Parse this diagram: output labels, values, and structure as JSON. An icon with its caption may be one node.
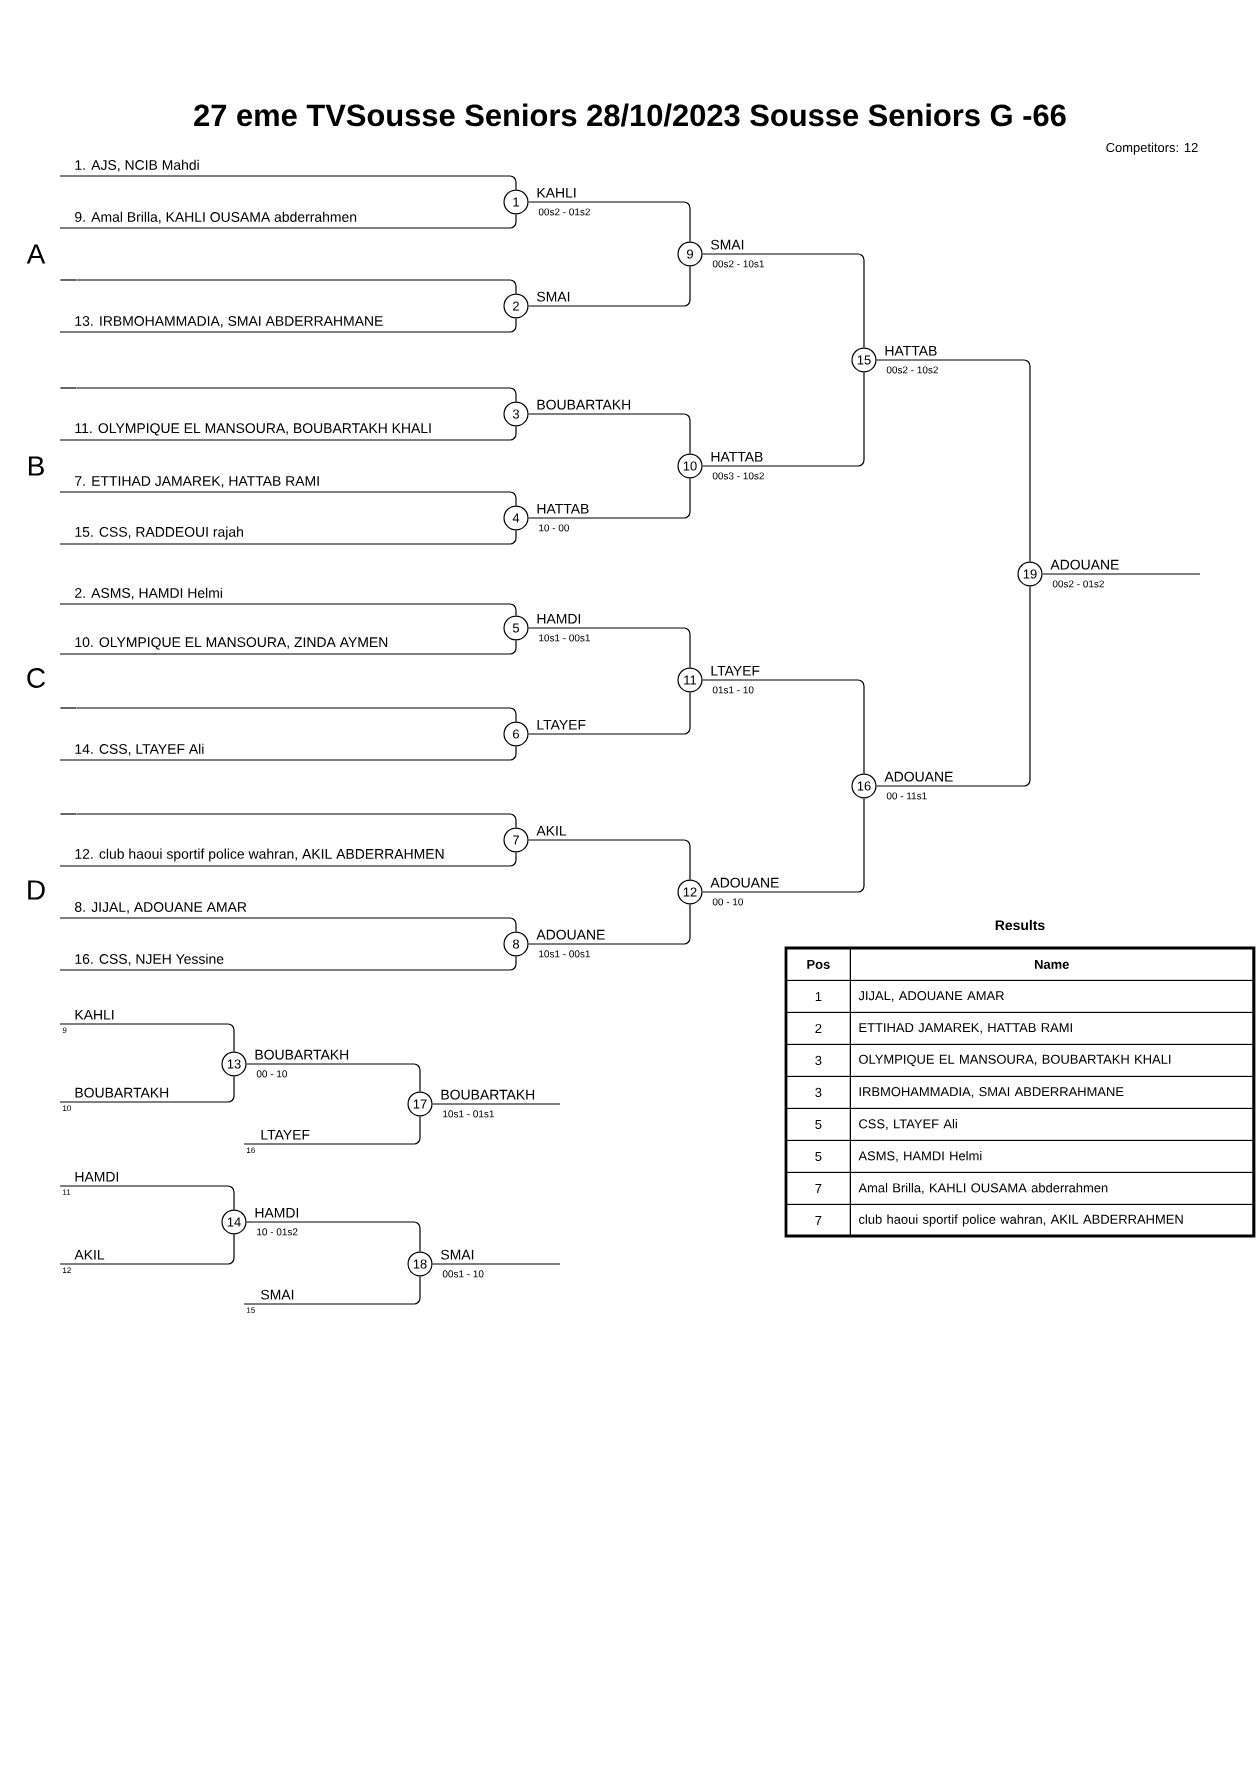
{
  "diagram": {
    "title": "27 eme TVSousse Seniors 28/10/2023 Sousse Seniors G -66",
    "nodes": [
      {
        "text": [
          "1. AJS, NCIB Mahdi"
        ]
      },
      {
        "text": [
          "9. Amal Brilla, KAHLI OUSAMA abderrahmen"
        ]
      },
      {
        "text": [
          "13. IRBMOHAMMADIA, SMAI ABDERRAHMANE"
        ]
      },
      {
        "text": [
          "11. OLYMPIQUE EL MANSOURA, BOUBARTAKH KHALI"
        ]
      },
      {
        "text": [
          "7. ETTIHAD JAMAREK, HATTAB RAMI"
        ]
      },
      {
        "text": [
          "15. CSS, RADDEOUI rajah"
        ]
      },
      {
        "text": [
          "2. ASMS, HAMDI Helmi"
        ]
      },
      {
        "text": [
          "10. OLYMPIQUE EL MANSOURA, ZINDA AYMEN"
        ]
      },
      {
        "text": [
          "14. CSS, LTAYEF Ali"
        ]
      },
      {
        "text": [
          "12. club haoui sportif police wahran, AKIL ABDERRAHMEN"
        ]
      },
      {
        "text": [
          "8. JIJAL, ADOUANE AMAR"
        ]
      },
      {
        "text": [
          "16. CSS, NJEH Yessine"
        ]
      },
      {
        "text": [
          "1"
        ],
        "beside": [
          "KAHLI",
          "00s2 - 01s2"
        ]
      },
      {
        "text": [
          "2"
        ],
        "beside": [
          "SMAI"
        ]
      },
      {
        "text": [
          "3"
        ],
        "beside": [
          "BOUBARTAKH"
        ]
      },
      {
        "text": [
          "4"
        ],
        "beside": [
          "HATTAB",
          "10 - 00"
        ]
      },
      {
        "text": [
          "5"
        ],
        "beside": [
          "HAMDI",
          "10s1 - 00s1"
        ]
      },
      {
        "text": [
          "6"
        ],
        "beside": [
          "LTAYEF"
        ]
      },
      {
        "text": [
          "7"
        ],
        "beside": [
          "AKIL"
        ]
      },
      {
        "text": [
          "8"
        ],
        "beside": [
          "ADOUANE",
          "10s1 - 00s1"
        ]
      },
      {
        "text": [
          "9"
        ],
        "beside": [
          "SMAI",
          "00s2 - 10s1"
        ]
      },
      {
        "text": [
          "10"
        ],
        "beside": [
          "HATTAB",
          "00s3 - 10s2"
        ]
      },
      {
        "text": [
          "11"
        ],
        "beside": [
          "LTAYEF",
          "01s1 - 10"
        ]
      },
      {
        "text": [
          "12"
        ],
        "beside": [
          "ADOUANE",
          "00 - 10"
        ]
      },
      {
        "text": [
          "15"
        ],
        "beside": [
          "HATTAB",
          "00s2 - 10s2"
        ]
      },
      {
        "text": [
          "16"
        ],
        "beside": [
          "ADOUANE",
          "00 - 11s1"
        ]
      },
      {
        "text": [
          "19"
        ],
        "beside": [
          "ADOUANE",
          "00s2 - 01s2"
        ]
      },
      {
        "text": [
          "KAHLI"
        ],
        "beside": [
          "9"
        ]
      },
      {
        "text": [
          "BOUBARTAKH"
        ],
        "beside": [
          "10"
        ]
      },
      {
        "text": [
          "13"
        ],
        "beside": [
          "BOUBARTAKH",
          "00 - 10"
        ]
      },
      {
        "text": [
          "LTAYEF"
        ],
        "beside": [
          "16"
        ]
      },
      {
        "text": [
          "17"
        ],
        "beside": [
          "BOUBARTAKH",
          "10s1 - 01s1"
        ]
      },
      {
        "text": [
          "HAMDI"
        ],
        "beside": [
          "11"
        ]
      },
      {
        "text": [
          "AKIL"
        ],
        "beside": [
          "12"
        ]
      },
      {
        "text": [
          "14"
        ],
        "beside": [
          "HAMDI",
          "10 - 01s2"
        ]
      },
      {
        "text": [
          "SMAI"
        ],
        "beside": [
          "15"
        ]
      },
      {
        "text": [
          "18"
        ],
        "beside": [
          "SMAI",
          "00s1 - 10"
        ]
      },
      {
        "text": [],
        "shape": "bar"
      },
      {
        "text": [],
        "shape": "bar"
      },
      {
        "text": [],
        "shape": "bar"
      },
      {
        "text": [],
        "shape": "bar"
      }
    ],
    "edges": [
      {
        "from": 0,
        "to": 12,
        "arrow": "none"
      },
      {
        "from": 1,
        "to": 12,
        "arrow": "none"
      },
      {
        "from": 37,
        "to": 13,
        "arrow": "none"
      },
      {
        "from": 2,
        "to": 13,
        "arrow": "none"
      },
      {
        "from": 38,
        "to": 14,
        "arrow": "none"
      },
      {
        "from": 3,
        "to": 14,
        "arrow": "none"
      },
      {
        "from": 4,
        "to": 15,
        "arrow": "none"
      },
      {
        "from": 5,
        "to": 15,
        "arrow": "none"
      },
      {
        "from": 6,
        "to": 16,
        "arrow": "none"
      },
      {
        "from": 7,
        "to": 16,
        "arrow": "none"
      },
      {
        "from": 39,
        "to": 17,
        "arrow": "none"
      },
      {
        "from": 8,
        "to": 17,
        "arrow": "none"
      },
      {
        "from": 40,
        "to": 18,
        "arrow": "none"
      },
      {
        "from": 9,
        "to": 18,
        "arrow": "none"
      },
      {
        "from": 10,
        "to": 19,
        "arrow": "none"
      },
      {
        "from": 11,
        "to": 19,
        "arrow": "none"
      },
      {
        "from": 12,
        "to": 20,
        "arrow": "none"
      },
      {
        "from": 13,
        "to": 20,
        "arrow": "none"
      },
      {
        "from": 14,
        "to": 21,
        "arrow": "none"
      },
      {
        "from": 15,
        "to": 21,
        "arrow": "none"
      },
      {
        "from": 16,
        "to": 22,
        "arrow": "none"
      },
      {
        "from": 17,
        "to": 22,
        "arrow": "none"
      },
      {
        "from": 18,
        "to": 23,
        "arrow": "none"
      },
      {
        "from": 19,
        "to": 23,
        "arrow": "none"
      },
      {
        "from": 20,
        "to": 24,
        "arrow": "none"
      },
      {
        "from": 21,
        "to": 24,
        "arrow": "none"
      },
      {
        "from": 22,
        "to": 25,
        "arrow": "none"
      },
      {
        "from": 23,
        "to": 25,
        "arrow": "none"
      },
      {
        "from": 24,
        "to": 26,
        "arrow": "none"
      },
      {
        "from": 25,
        "to": 26,
        "arrow": "none"
      },
      {
        "from": 26,
        "to": null,
        "arrow": "none"
      },
      {
        "from": 27,
        "to": 29,
        "arrow": "none"
      },
      {
        "from": 28,
        "to": 29,
        "arrow": "none"
      },
      {
        "from": 29,
        "to": 31,
        "arrow": "none"
      },
      {
        "from": 30,
        "to": 31,
        "arrow": "none"
      },
      {
        "from": 31,
        "to": null,
        "arrow": "none"
      },
      {
        "from": 32,
        "to": 34,
        "arrow": "none"
      },
      {
        "from": 33,
        "to": 34,
        "arrow": "none"
      },
      {
        "from": 34,
        "to": 36,
        "arrow": "none"
      },
      {
        "from": 35,
        "to": 36,
        "arrow": "none"
      },
      {
        "from": 36,
        "to": null,
        "arrow": "none"
      }
    ],
    "labels": [
      "Competitors: 12",
      "A",
      "B",
      "C",
      "D",
      "Results",
      "Pos",
      "Name",
      "1",
      "JIJAL, ADOUANE AMAR",
      "2",
      "ETTIHAD JAMAREK, HATTAB RAMI",
      "3",
      "OLYMPIQUE EL MANSOURA, BOUBARTAKH KHALI",
      "3",
      "IRBMOHAMMADIA, SMAI ABDERRAHMANE",
      "5",
      "CSS, LTAYEF Ali",
      "5",
      "ASMS, HAMDI Helmi",
      "7",
      "Amal Brilla, KAHLI OUSAMA abderrahmen",
      "7",
      "club haoui sportif police wahran, AKIL ABDERRAHMEN"
    ]
  }
}
